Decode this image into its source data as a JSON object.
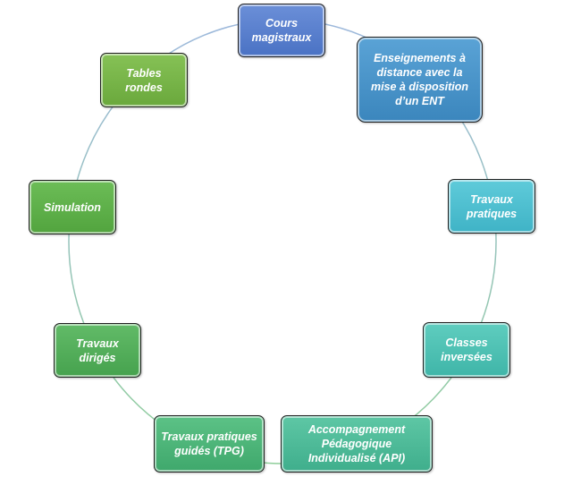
{
  "diagram": {
    "ring_color_top": "#9db8dc",
    "ring_color_bottom": "#8fce9a",
    "nodes": [
      {
        "label": "Cours magistraux",
        "color": "#4a72c4",
        "color2": "#6b8fd8"
      },
      {
        "label": "Enseignements à distance avec la mise à disposition d’un ENT",
        "color": "#3b86bd",
        "color2": "#5aa3d6"
      },
      {
        "label": "Travaux pratiques",
        "color": "#3fb3c6",
        "color2": "#5fcbda"
      },
      {
        "label": "Classes inversées",
        "color": "#3fb5a8",
        "color2": "#5fcdbf"
      },
      {
        "label": "Accompagnement Pédagogique Individualisé (API)",
        "color": "#3fae8c",
        "color2": "#5ec7a5"
      },
      {
        "label": "Travaux pratiques guidés (TPG)",
        "color": "#3fa86c",
        "color2": "#5cc286"
      },
      {
        "label": "Travaux dirigés",
        "color": "#46a24e",
        "color2": "#62bb68"
      },
      {
        "label": "Simulation",
        "color": "#52a43e",
        "color2": "#6cbd57"
      },
      {
        "label": "Tables rondes",
        "color": "#6aa83c",
        "color2": "#86c256"
      }
    ]
  }
}
